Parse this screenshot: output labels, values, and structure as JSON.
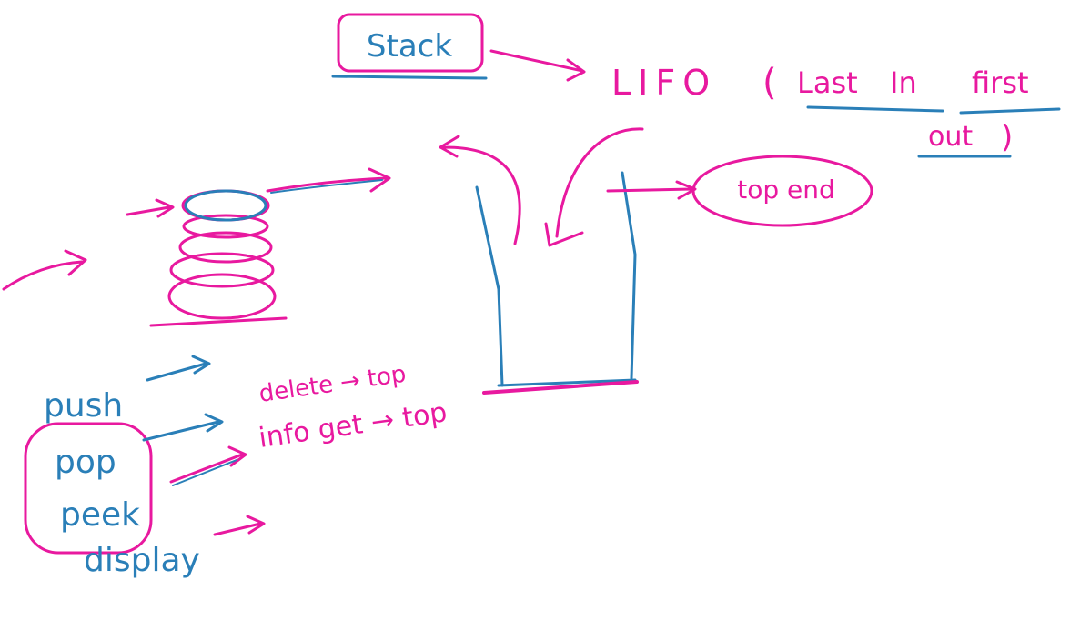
{
  "colors": {
    "ink_blue": "#2a7fb8",
    "ink_pink": "#e8199f",
    "background": "#ffffff"
  },
  "title": {
    "word": "Stack",
    "lifo": "LIFO",
    "open_paren": "(",
    "last": "Last",
    "in": "In",
    "first": "first",
    "out": "out",
    "close_paren": ")"
  },
  "diagram": {
    "top_end_label": "top end"
  },
  "operations": {
    "push": "push",
    "pop": "pop",
    "peek": "peek",
    "display": "display"
  },
  "notes": {
    "pop_note": "delete → top",
    "peek_note": "info get → top"
  }
}
